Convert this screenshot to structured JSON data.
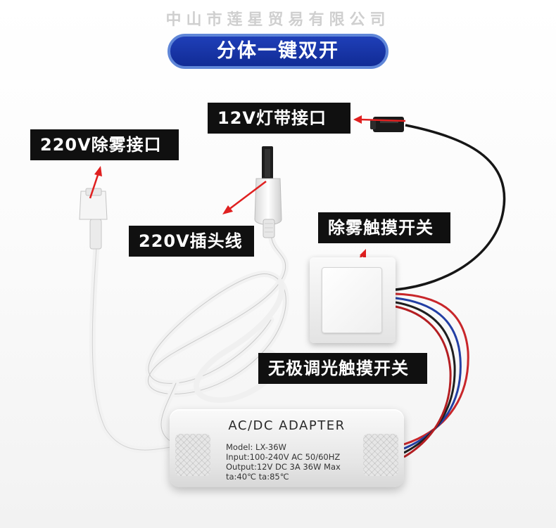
{
  "watermark": "中山市莲星贸易有限公司",
  "title": "分体一键双开",
  "labels": {
    "led_strip_port": "12V灯带接口",
    "defog_port": "220V除雾接口",
    "plug_cable": "220V插头线",
    "defog_touch_switch": "除雾触摸开关",
    "dimmer_touch_switch": "无极调光触摸开关"
  },
  "adapter": {
    "title": "AC/DC ADAPTER",
    "model": "Model: LX-36W",
    "input": "Input:100-240V  AC  50/60HZ",
    "output": "Output:12V DC  3A  36W  Max",
    "temperature": "ta:40℃  ta:85℃"
  },
  "colors": {
    "banner": "#1a37ad",
    "label_background": "#101010",
    "arrow": "#e02020",
    "cable_white": "#f2f2f2",
    "wire_black": "#161616",
    "wire_red": "#c8262a",
    "wire_blue": "#233fa4"
  }
}
